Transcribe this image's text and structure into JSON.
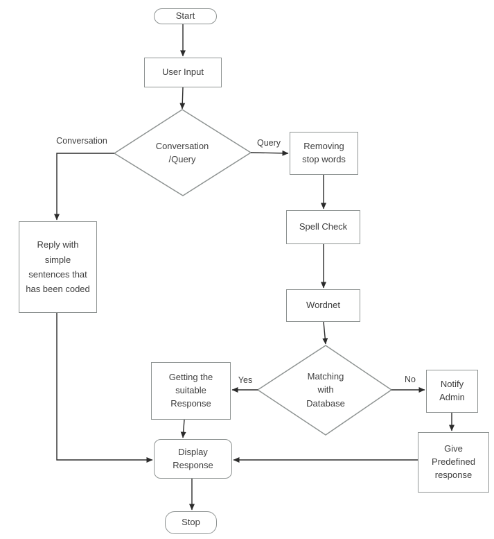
{
  "nodes": {
    "start": {
      "label": "Start"
    },
    "user_input": {
      "label": "User Input"
    },
    "conversation_query": {
      "label": "Conversation\n/Query"
    },
    "reply": {
      "label": "Reply with\nsimple\nsentences that\nhas been coded"
    },
    "removing_stop_words": {
      "label": "Removing\nstop words"
    },
    "spell_check": {
      "label": "Spell Check"
    },
    "wordnet": {
      "label": "Wordnet"
    },
    "matching_database": {
      "label": "Matching\nwith\nDatabase"
    },
    "getting_response": {
      "label": "Getting the\nsuitable\nResponse"
    },
    "notify_admin": {
      "label": "Notify\nAdmin"
    },
    "give_predefined": {
      "label": "Give\nPredefined\nresponse"
    },
    "display_response": {
      "label": "Display\nResponse"
    },
    "stop": {
      "label": "Stop"
    }
  },
  "edge_labels": {
    "conversation": "Conversation",
    "query": "Query",
    "yes": "Yes",
    "no": "No"
  },
  "colors": {
    "bg": "#ffffff",
    "box_border": "#8e9392",
    "line": "#2b2b2b",
    "text": "#3d3d3d"
  }
}
